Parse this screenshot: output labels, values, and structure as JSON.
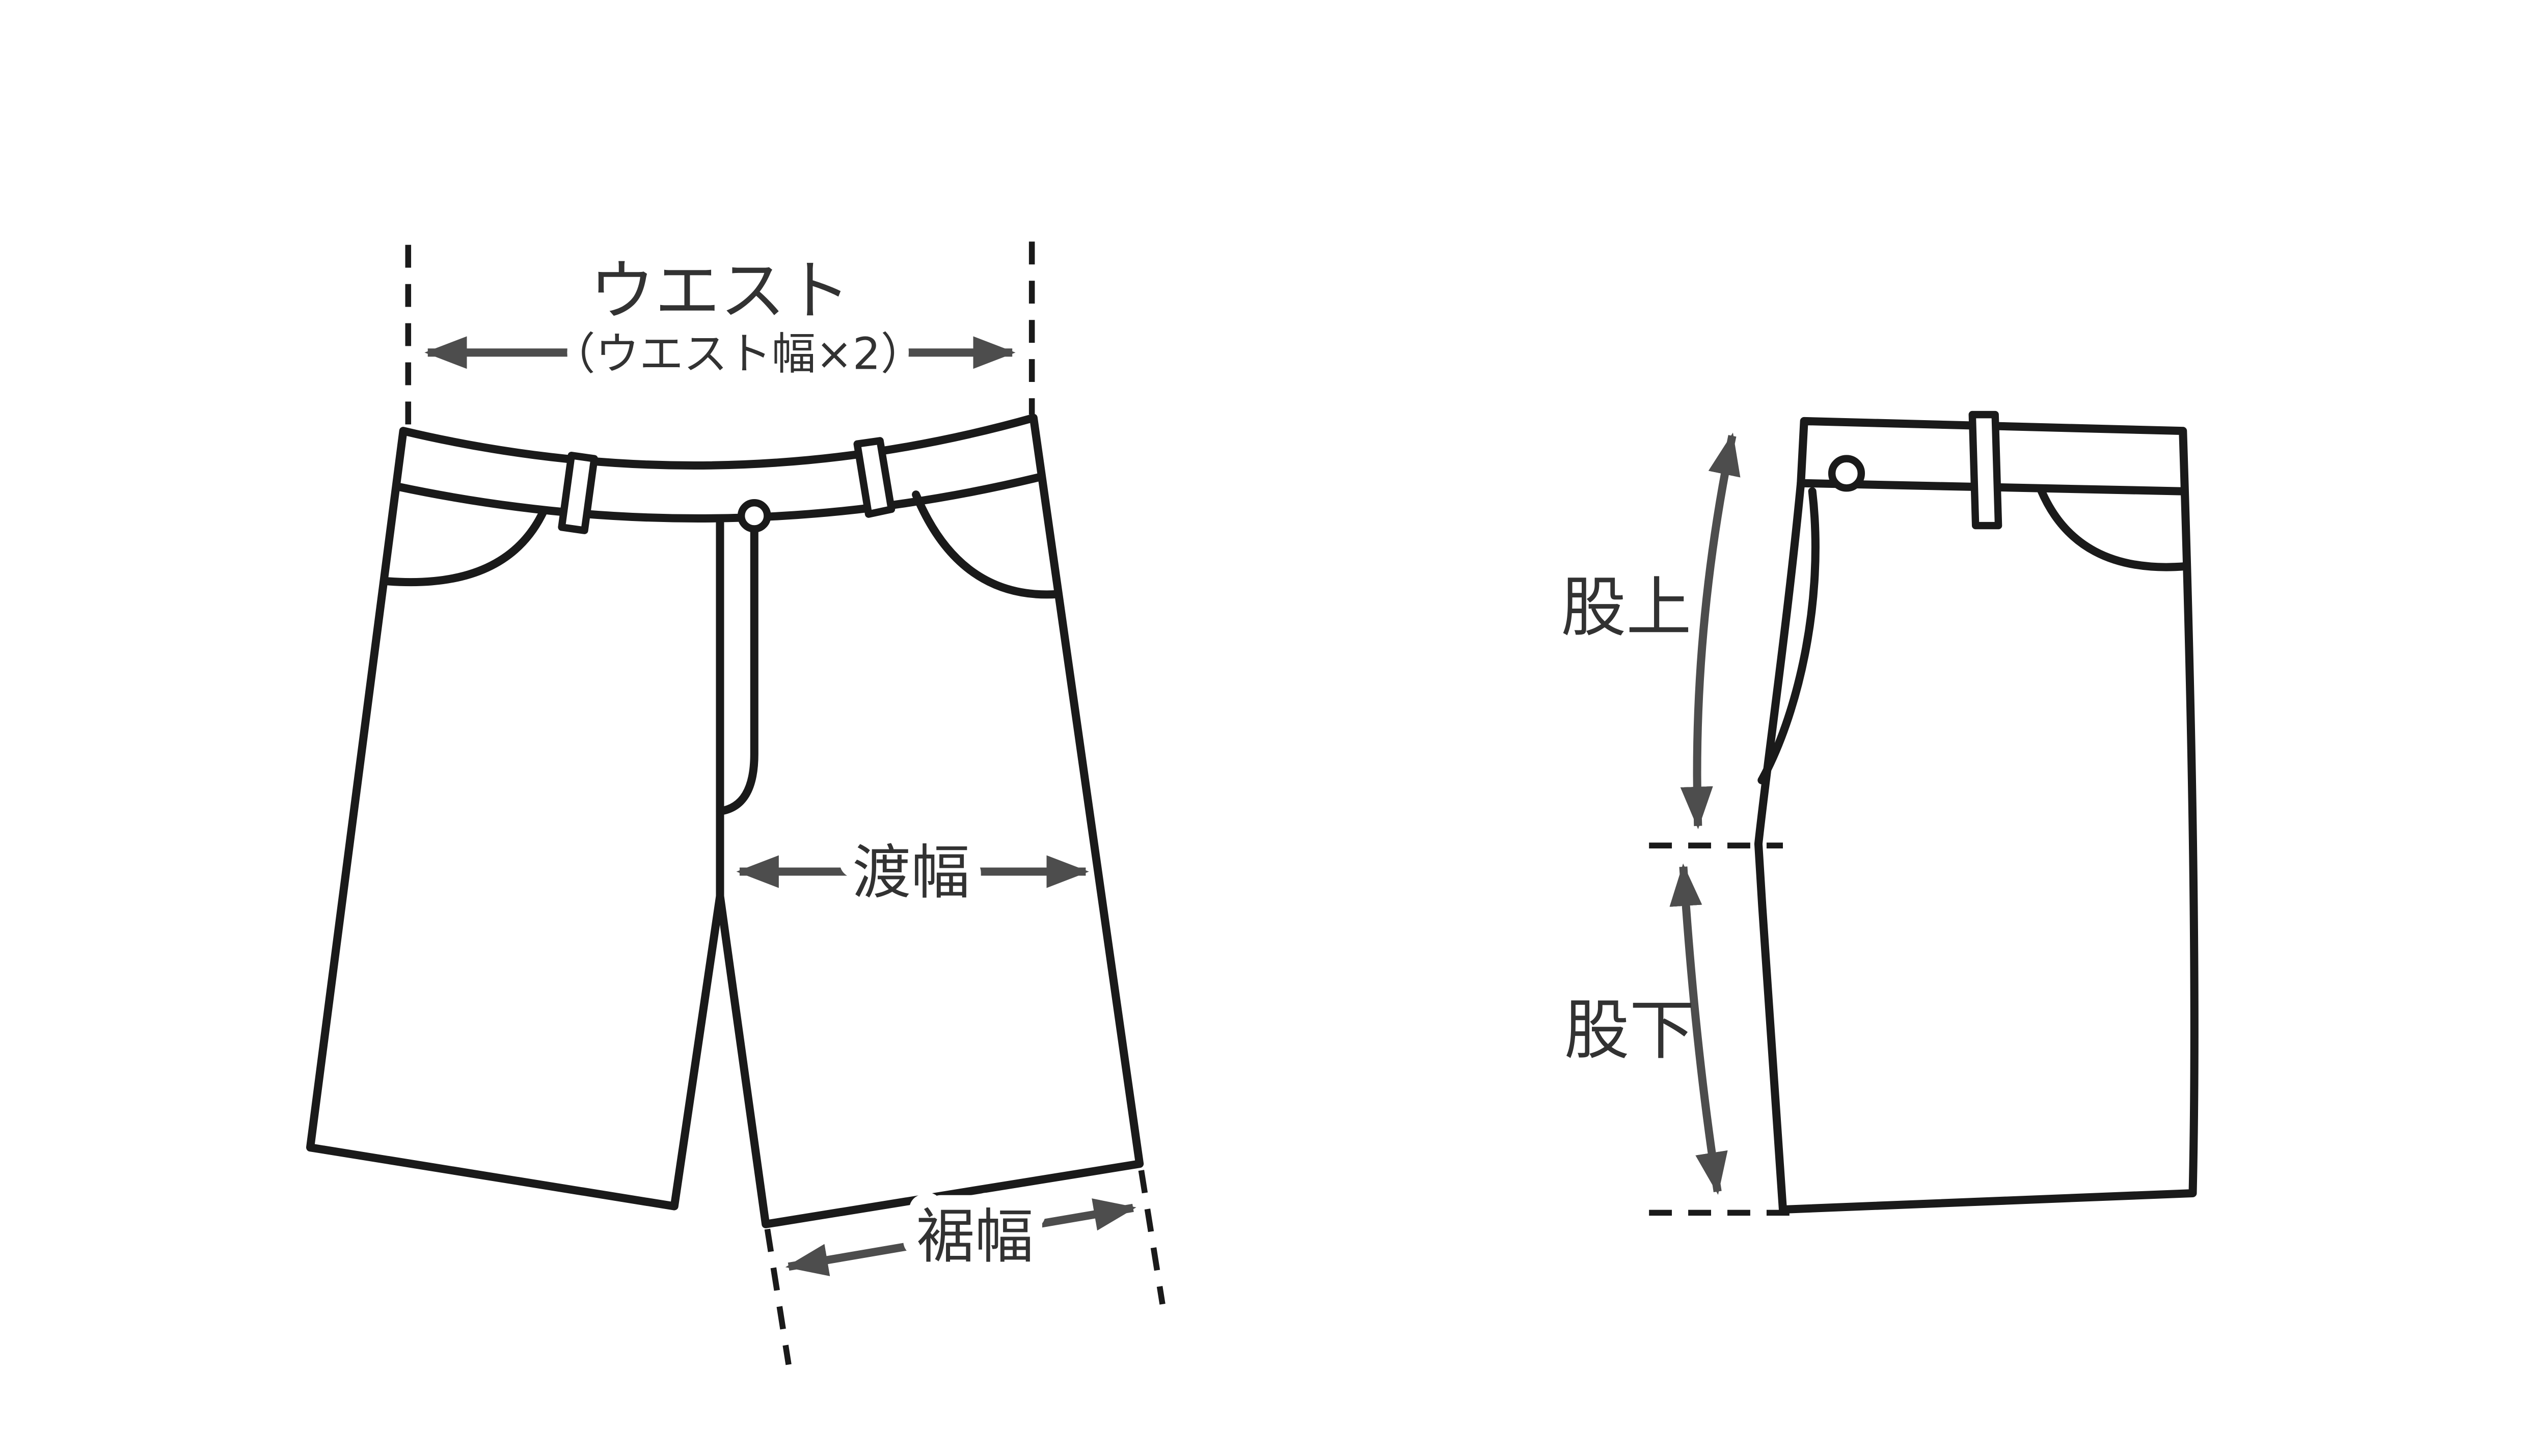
{
  "page": {
    "background": "#ffffff",
    "description_names": [
      "shorts-front-measurement-diagram",
      "shorts-side-measurement-diagram"
    ]
  },
  "colors": {
    "outline": "#1a1a1a",
    "arrow": "#4d4d4d",
    "text": "#323232"
  },
  "front_view": {
    "waist_label": "ウエスト",
    "waist_sub_label": "（ウエスト幅×2）",
    "thigh_label": "渡幅",
    "hem_label": "裾幅"
  },
  "side_view": {
    "rise_label": "股上",
    "inseam_label": "股下"
  }
}
